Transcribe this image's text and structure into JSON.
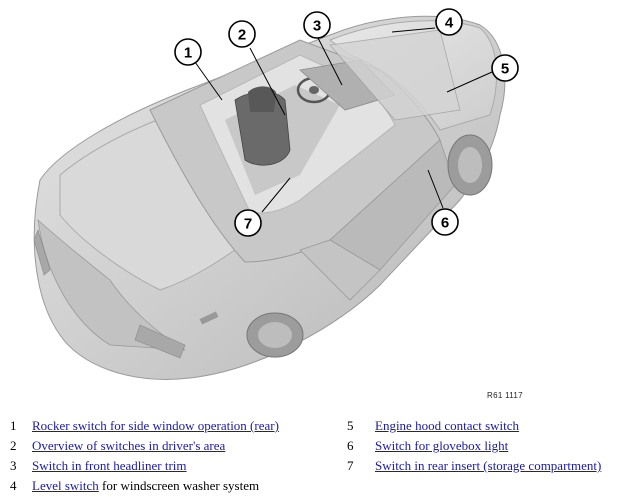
{
  "figure_ref": "R61 1117",
  "callouts": [
    "1",
    "2",
    "3",
    "4",
    "5",
    "6",
    "7"
  ],
  "legend": [
    {
      "num": "1",
      "link": "Rocker switch for side window operation (rear)",
      "suffix": ""
    },
    {
      "num": "2",
      "link": "Overview of switches in driver's area",
      "suffix": ""
    },
    {
      "num": "3",
      "link": "Switch in front headliner trim",
      "suffix": ""
    },
    {
      "num": "4",
      "link": "Level switch",
      "suffix": " for windscreen washer system"
    },
    {
      "num": "5",
      "link": "Engine hood contact switch",
      "suffix": ""
    },
    {
      "num": "6",
      "link": "Switch for glovebox light",
      "suffix": ""
    },
    {
      "num": "7",
      "link": "Switch in rear insert (storage compartment)",
      "suffix": ""
    }
  ]
}
